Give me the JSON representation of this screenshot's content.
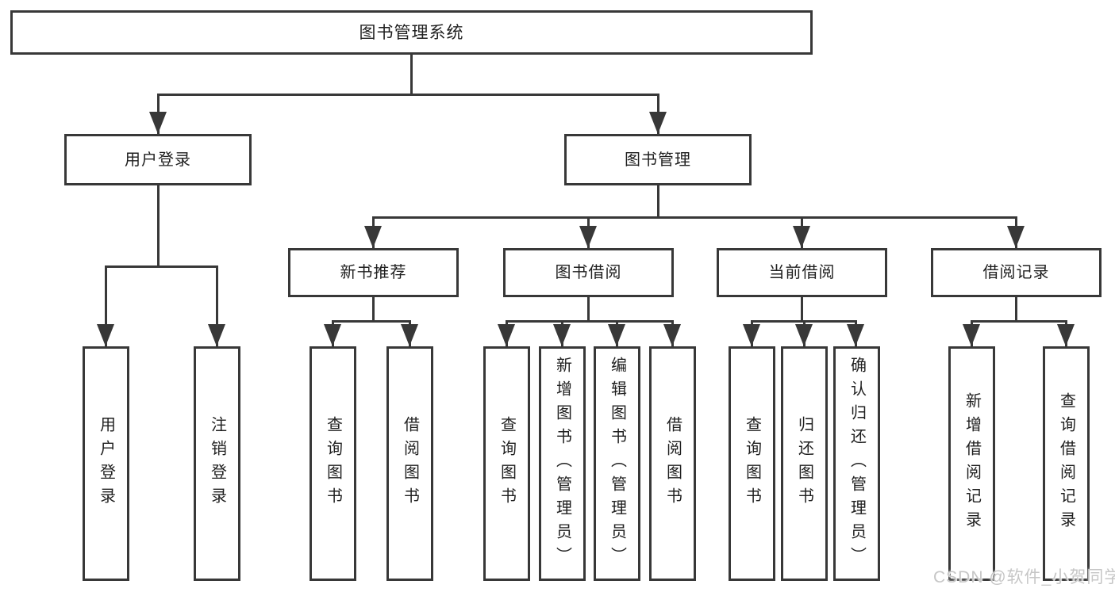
{
  "style": {
    "background": "#ffffff",
    "line_color": "#383838",
    "box_border_color": "#383838",
    "text_color": "#1f1f1f",
    "watermark_color": "#c6c6c6"
  },
  "watermark": {
    "text": "CSDN @软件_小贺同学"
  },
  "tree": {
    "root": {
      "label": "图书管理系统"
    },
    "branches": [
      {
        "label": "用户登录",
        "leaves": [
          {
            "label": "用户登录"
          },
          {
            "label": "注销登录"
          }
        ]
      },
      {
        "label": "图书管理",
        "sections": [
          {
            "label": "新书推荐",
            "leaves": [
              {
                "label": "查询图书"
              },
              {
                "label": "借阅图书"
              }
            ]
          },
          {
            "label": "图书借阅",
            "leaves": [
              {
                "label": "查询图书"
              },
              {
                "label": "新增图书（管理员）"
              },
              {
                "label": "编辑图书（管理员）"
              },
              {
                "label": "借阅图书"
              }
            ]
          },
          {
            "label": "当前借阅",
            "leaves": [
              {
                "label": "查询图书"
              },
              {
                "label": "归还图书"
              },
              {
                "label": "确认归还（管理员）"
              }
            ]
          },
          {
            "label": "借阅记录",
            "leaves": [
              {
                "label": "新增借阅记录"
              },
              {
                "label": "查询借阅记录"
              }
            ]
          }
        ]
      }
    ]
  }
}
